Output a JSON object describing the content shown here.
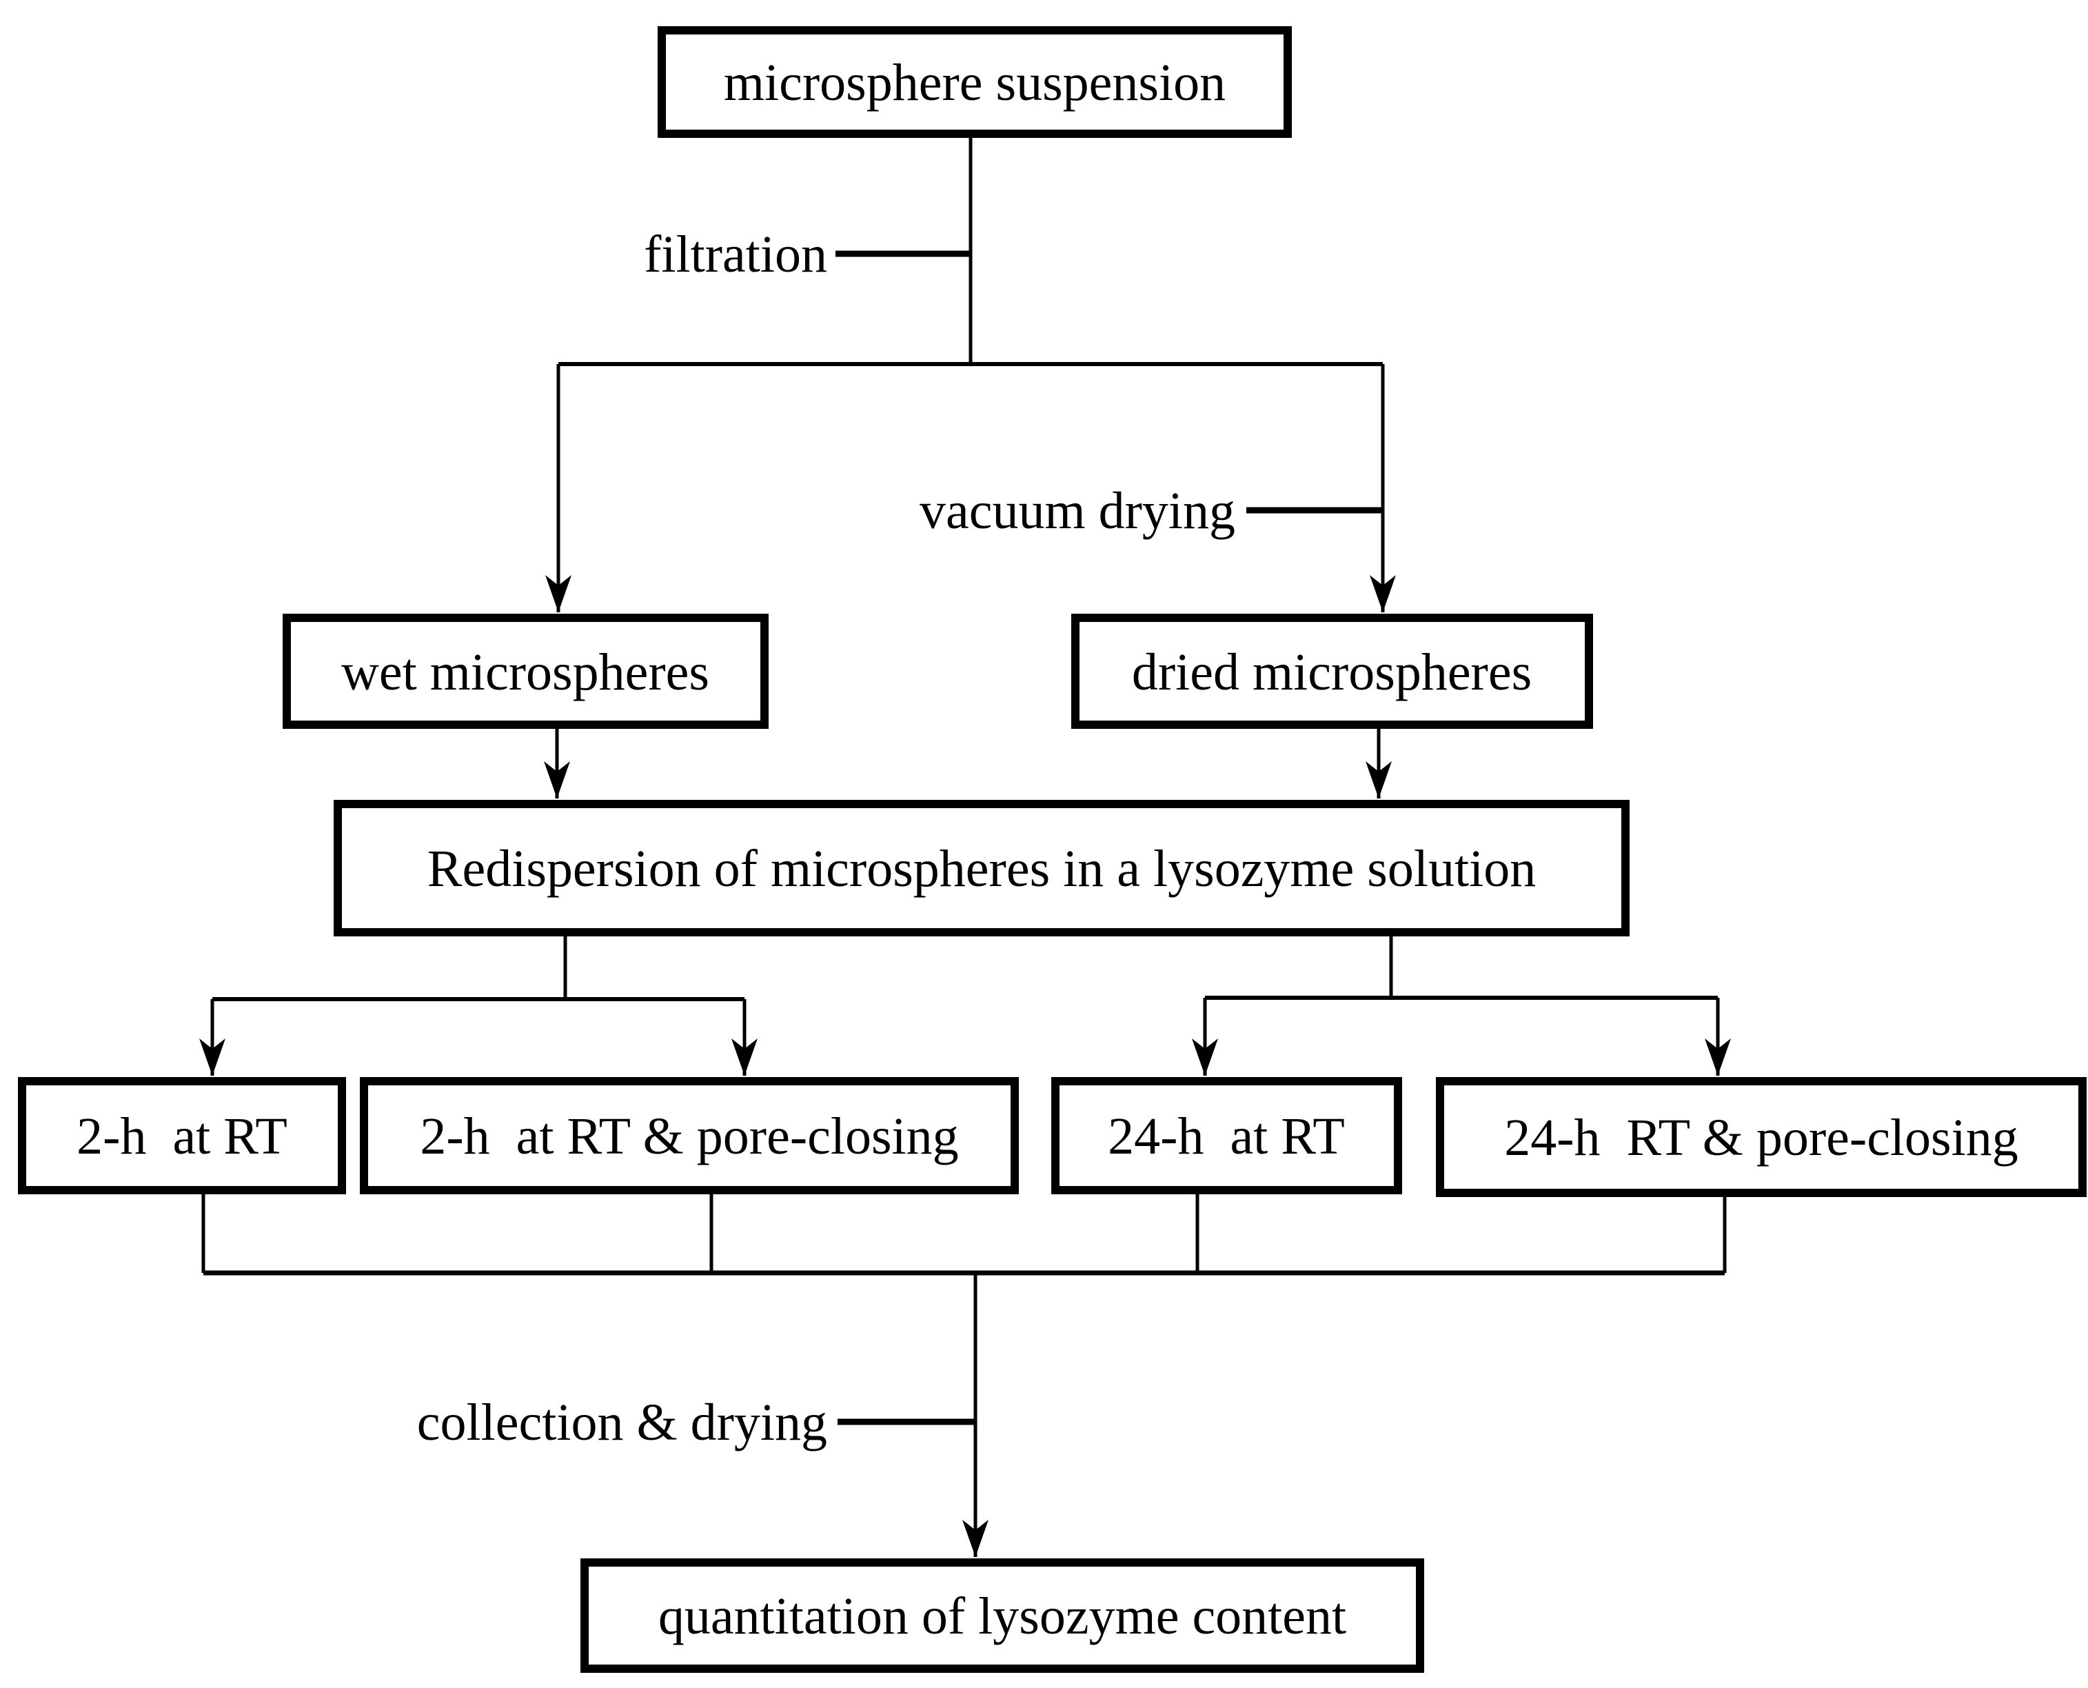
{
  "figure": {
    "type": "flowchart",
    "background_color": "#ffffff",
    "line_color": "#000000",
    "text_color": "#000000",
    "nodes": {
      "suspension": {
        "label": "microsphere suspension"
      },
      "wet": {
        "label": "wet microspheres"
      },
      "dried": {
        "label": "dried microspheres"
      },
      "redispersion": {
        "label": "Redispersion of microspheres in a lysozyme solution"
      },
      "rt2": {
        "label": "2-h  at RT"
      },
      "rt2_pore": {
        "label": "2-h  at RT & pore-closing"
      },
      "rt24": {
        "label": "24-h  at RT"
      },
      "rt24_pore": {
        "label": "24-h  RT & pore-closing"
      },
      "quantitation": {
        "label": "quantitation of lysozyme content"
      }
    },
    "edge_labels": {
      "filtration": "filtration",
      "vacuum_drying": "vacuum drying",
      "collection_drying": "collection & drying"
    },
    "edges": [
      {
        "from": "suspension",
        "to": "wet",
        "label_key": "filtration"
      },
      {
        "from": "suspension",
        "to": "dried",
        "label_key": "vacuum_drying"
      },
      {
        "from": "wet",
        "to": "redispersion"
      },
      {
        "from": "dried",
        "to": "redispersion"
      },
      {
        "from": "redispersion",
        "to": "rt2"
      },
      {
        "from": "redispersion",
        "to": "rt2_pore"
      },
      {
        "from": "redispersion",
        "to": "rt24"
      },
      {
        "from": "redispersion",
        "to": "rt24_pore"
      },
      {
        "from": "rt2",
        "to": "quantitation",
        "label_key": "collection_drying"
      },
      {
        "from": "rt2_pore",
        "to": "quantitation",
        "label_key": "collection_drying"
      },
      {
        "from": "rt24",
        "to": "quantitation",
        "label_key": "collection_drying"
      },
      {
        "from": "rt24_pore",
        "to": "quantitation",
        "label_key": "collection_drying"
      }
    ]
  }
}
